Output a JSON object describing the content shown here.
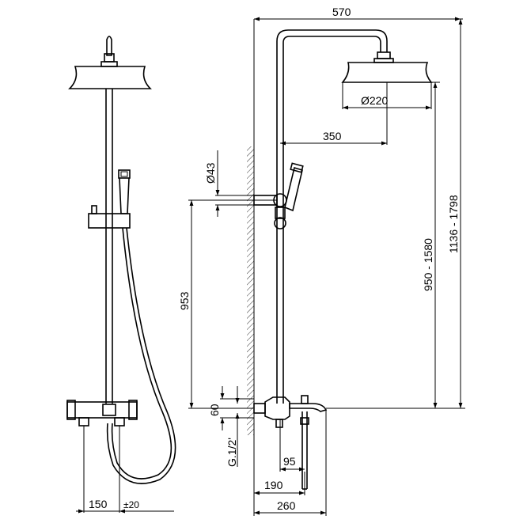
{
  "dimensions": {
    "total_width": "570",
    "arm_reach": "350",
    "head_diameter": "Ø220",
    "pipe_diameter": "Ø43",
    "height_953": "953",
    "height_60": "60",
    "thread": "G.1/2'",
    "spout_95": "95",
    "spout_190": "190",
    "spout_260": "260",
    "range_950_1580": "950 - 1580",
    "range_1136_1798": "1136 - 1798",
    "centers_150": "150",
    "tolerance": "±20"
  }
}
